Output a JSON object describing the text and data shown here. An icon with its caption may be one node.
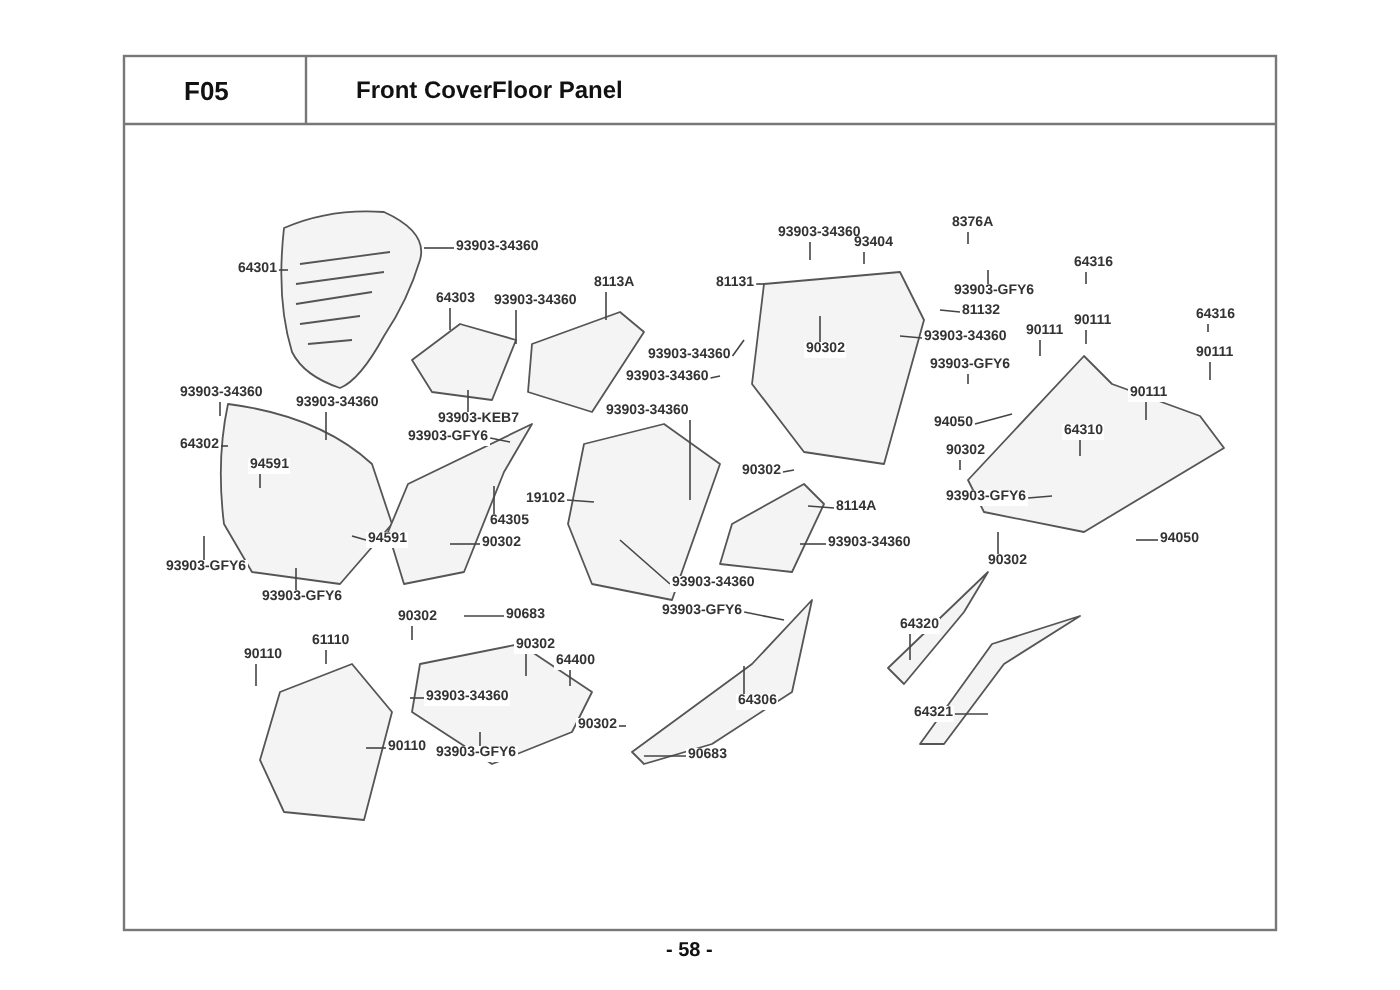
{
  "diagram": {
    "title": "Front CoverFloor Panel",
    "nodes": [
      {
        "text": [
          "93903-34360"
        ]
      },
      {
        "text": [
          "64301"
        ]
      },
      {
        "text": [
          "64303"
        ]
      },
      {
        "text": [
          "93903-34360"
        ]
      },
      {
        "text": [
          "8113A"
        ]
      },
      {
        "text": [
          "93903-34360"
        ]
      },
      {
        "text": [
          "93903-34360"
        ]
      },
      {
        "text": [
          "93903-KEB7"
        ]
      },
      {
        "text": [
          "93903-GFY6"
        ]
      },
      {
        "text": [
          "64302"
        ]
      },
      {
        "text": [
          "94591"
        ]
      },
      {
        "text": [
          "19102"
        ]
      },
      {
        "text": [
          "64305"
        ]
      },
      {
        "text": [
          "94591"
        ]
      },
      {
        "text": [
          "90302"
        ]
      },
      {
        "text": [
          "93903-GFY6"
        ]
      },
      {
        "text": [
          "93903-GFY6"
        ]
      },
      {
        "text": [
          "93903-34360"
        ]
      },
      {
        "text": [
          "81131"
        ]
      },
      {
        "text": [
          "93903-34360"
        ]
      },
      {
        "text": [
          "93903-34360"
        ]
      },
      {
        "text": [
          "93903-34360"
        ]
      },
      {
        "text": [
          "93404"
        ]
      },
      {
        "text": [
          "90302"
        ]
      },
      {
        "text": [
          "90302"
        ]
      },
      {
        "text": [
          "8114A"
        ]
      },
      {
        "text": [
          "93903-34360"
        ]
      },
      {
        "text": [
          "93903-34360"
        ]
      },
      {
        "text": [
          "93903-GFY6"
        ]
      },
      {
        "text": [
          "8376A"
        ]
      },
      {
        "text": [
          "93903-GFY6"
        ]
      },
      {
        "text": [
          "81132"
        ]
      },
      {
        "text": [
          "93903-34360"
        ]
      },
      {
        "text": [
          "64316"
        ]
      },
      {
        "text": [
          "90111"
        ]
      },
      {
        "text": [
          "90111"
        ]
      },
      {
        "text": [
          "93903-GFY6"
        ]
      },
      {
        "text": [
          "64316"
        ]
      },
      {
        "text": [
          "90111"
        ]
      },
      {
        "text": [
          "94050"
        ]
      },
      {
        "text": [
          "90302"
        ]
      },
      {
        "text": [
          "90111"
        ]
      },
      {
        "text": [
          "64310"
        ]
      },
      {
        "text": [
          "93903-GFY6"
        ]
      },
      {
        "text": [
          "94050"
        ]
      },
      {
        "text": [
          "90302"
        ]
      },
      {
        "text": [
          "90302"
        ]
      },
      {
        "text": [
          "90683"
        ]
      },
      {
        "text": [
          "90110"
        ]
      },
      {
        "text": [
          "61110"
        ]
      },
      {
        "text": [
          "90302"
        ]
      },
      {
        "text": [
          "64400"
        ]
      },
      {
        "text": [
          "93903-34360"
        ]
      },
      {
        "text": [
          "93903-GFY6"
        ]
      },
      {
        "text": [
          "90110"
        ]
      },
      {
        "text": [
          "90302"
        ]
      },
      {
        "text": [
          "64306"
        ]
      },
      {
        "text": [
          "90683"
        ]
      },
      {
        "text": [
          "64320"
        ]
      },
      {
        "text": [
          "64321"
        ]
      }
    ],
    "edges": [
      {
        "from": 0,
        "to": null,
        "arrow": "none"
      },
      {
        "from": 1,
        "to": null,
        "arrow": "none"
      },
      {
        "from": 2,
        "to": null,
        "arrow": "none"
      },
      {
        "from": 3,
        "to": null,
        "arrow": "none"
      },
      {
        "from": 4,
        "to": null,
        "arrow": "none"
      },
      {
        "from": 5,
        "to": null,
        "arrow": "none"
      },
      {
        "from": 6,
        "to": null,
        "arrow": "none"
      },
      {
        "from": 7,
        "to": null,
        "arrow": "none"
      },
      {
        "from": 8,
        "to": null,
        "arrow": "none"
      },
      {
        "from": 9,
        "to": null,
        "arrow": "none"
      },
      {
        "from": 10,
        "to": null,
        "arrow": "none"
      },
      {
        "from": 11,
        "to": null,
        "arrow": "none"
      },
      {
        "from": 12,
        "to": null,
        "arrow": "none"
      },
      {
        "from": 13,
        "to": null,
        "arrow": "none"
      },
      {
        "from": 14,
        "to": null,
        "arrow": "none"
      },
      {
        "from": 15,
        "to": null,
        "arrow": "none"
      },
      {
        "from": 16,
        "to": null,
        "arrow": "none"
      },
      {
        "from": 17,
        "to": null,
        "arrow": "none"
      },
      {
        "from": 18,
        "to": null,
        "arrow": "none"
      },
      {
        "from": 19,
        "to": null,
        "arrow": "none"
      },
      {
        "from": 20,
        "to": null,
        "arrow": "none"
      },
      {
        "from": 21,
        "to": null,
        "arrow": "none"
      },
      {
        "from": 22,
        "to": null,
        "arrow": "none"
      },
      {
        "from": 23,
        "to": null,
        "arrow": "none"
      },
      {
        "from": 24,
        "to": null,
        "arrow": "none"
      },
      {
        "from": 25,
        "to": null,
        "arrow": "none"
      },
      {
        "from": 26,
        "to": null,
        "arrow": "none"
      },
      {
        "from": 27,
        "to": null,
        "arrow": "none"
      },
      {
        "from": 28,
        "to": null,
        "arrow": "none"
      },
      {
        "from": 29,
        "to": null,
        "arrow": "none"
      },
      {
        "from": 30,
        "to": null,
        "arrow": "none"
      },
      {
        "from": 31,
        "to": null,
        "arrow": "none"
      },
      {
        "from": 32,
        "to": null,
        "arrow": "none"
      },
      {
        "from": 33,
        "to": null,
        "arrow": "none"
      },
      {
        "from": 34,
        "to": null,
        "arrow": "none"
      },
      {
        "from": 35,
        "to": null,
        "arrow": "none"
      },
      {
        "from": 36,
        "to": null,
        "arrow": "none"
      },
      {
        "from": 37,
        "to": null,
        "arrow": "none"
      },
      {
        "from": 38,
        "to": null,
        "arrow": "none"
      },
      {
        "from": 39,
        "to": null,
        "arrow": "none"
      },
      {
        "from": 40,
        "to": null,
        "arrow": "none"
      },
      {
        "from": 41,
        "to": null,
        "arrow": "none"
      },
      {
        "from": 42,
        "to": null,
        "arrow": "none"
      },
      {
        "from": 43,
        "to": null,
        "arrow": "none"
      },
      {
        "from": 44,
        "to": null,
        "arrow": "none"
      },
      {
        "from": 45,
        "to": null,
        "arrow": "none"
      },
      {
        "from": 46,
        "to": null,
        "arrow": "none"
      },
      {
        "from": 47,
        "to": null,
        "arrow": "none"
      },
      {
        "from": 48,
        "to": null,
        "arrow": "none"
      },
      {
        "from": 49,
        "to": null,
        "arrow": "none"
      },
      {
        "from": 50,
        "to": null,
        "arrow": "none"
      },
      {
        "from": 51,
        "to": null,
        "arrow": "none"
      },
      {
        "from": 52,
        "to": null,
        "arrow": "none"
      },
      {
        "from": 53,
        "to": null,
        "arrow": "none"
      },
      {
        "from": 54,
        "to": null,
        "arrow": "none"
      },
      {
        "from": 55,
        "to": null,
        "arrow": "none"
      },
      {
        "from": 56,
        "to": null,
        "arrow": "none"
      },
      {
        "from": 57,
        "to": null,
        "arrow": "none"
      },
      {
        "from": 58,
        "to": null,
        "arrow": "none"
      },
      {
        "from": 59,
        "to": null,
        "arrow": "none"
      }
    ],
    "labels": [
      "F05",
      "- 58 -"
    ]
  }
}
